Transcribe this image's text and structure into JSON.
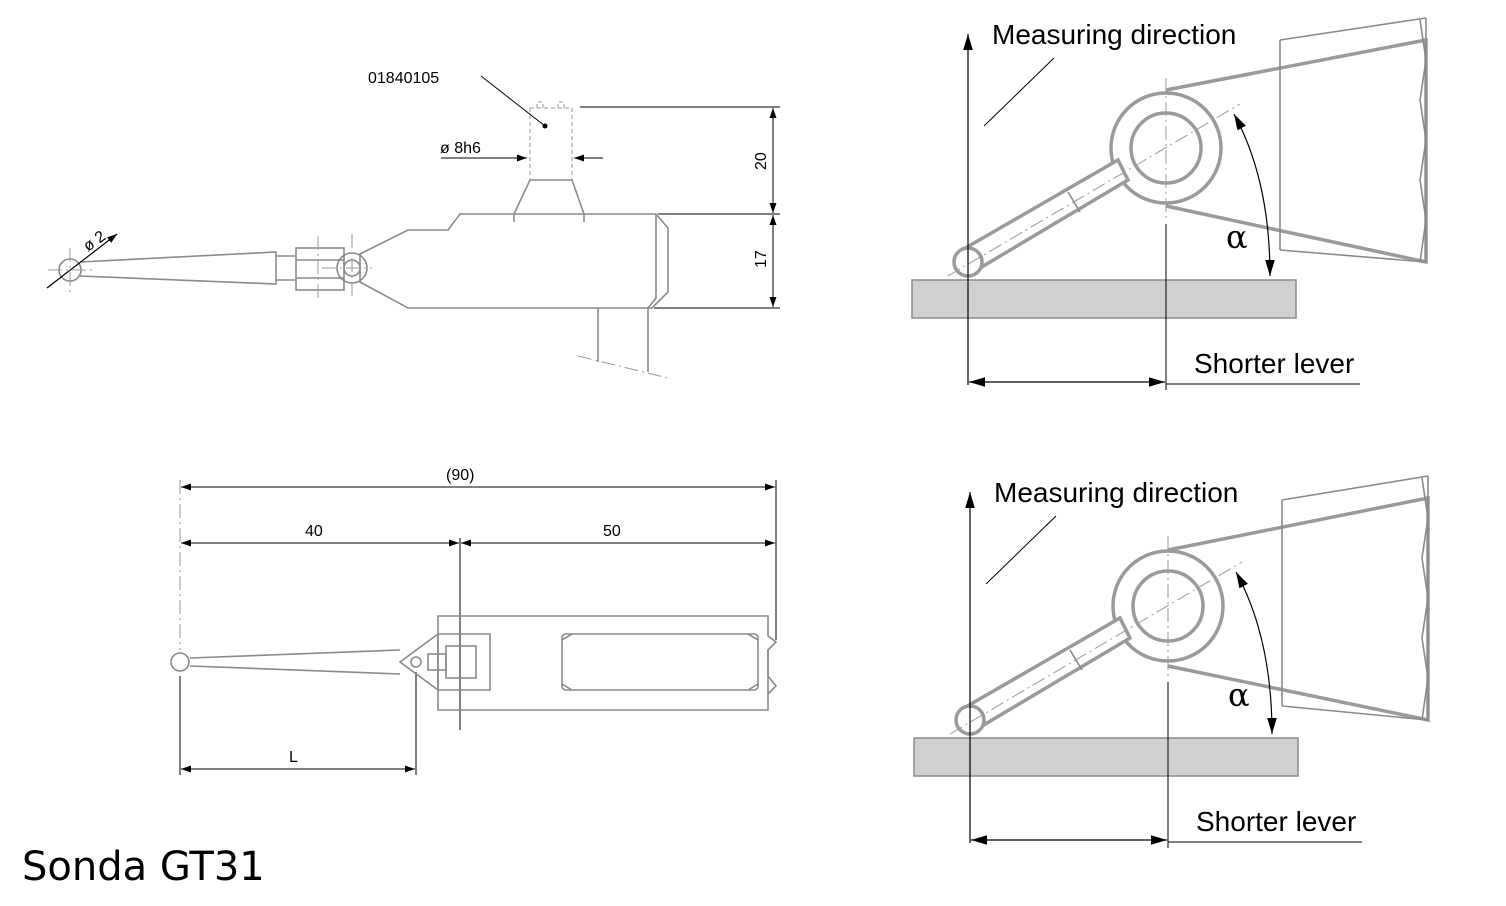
{
  "side_view": {
    "part_number": "01840105",
    "shank_diameter": "ø 8h6",
    "ball_diameter": "ø 2",
    "shank_height": "20",
    "body_height": "17"
  },
  "top_view": {
    "overall_length": "(90)",
    "front_length": "40",
    "rear_length": "50",
    "lever_length": "L"
  },
  "detail_a": {
    "direction_label": "Measuring direction",
    "angle_symbol": "α",
    "lever_label": "Shorter lever"
  },
  "detail_b": {
    "direction_label": "Measuring direction",
    "angle_symbol": "α",
    "lever_label": "Shorter lever"
  },
  "caption": "Sonda GT31"
}
